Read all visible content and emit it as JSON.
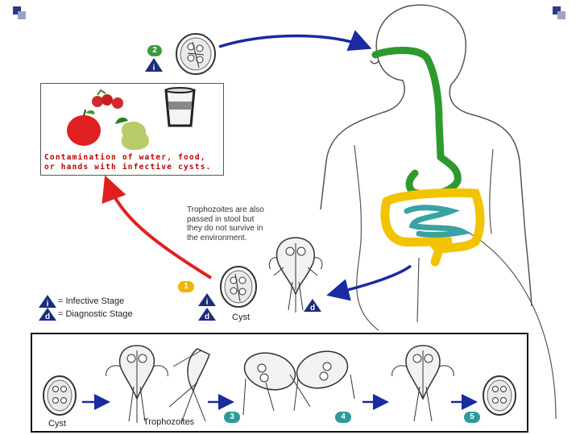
{
  "food_box": {
    "caption_line1": "Contamination of water, food,",
    "caption_line2": "or hands  with infective cysts."
  },
  "note": {
    "line1": "Trophozoites are also",
    "line2": "passed in stool but",
    "line3": "they do not survive in",
    "line4": "the environment."
  },
  "legend": {
    "infective_symbol": "i",
    "infective_label": "= Infective Stage",
    "diagnostic_symbol": "d",
    "diagnostic_label": "= Diagnostic Stage"
  },
  "steps": {
    "s1": "1",
    "s2": "2",
    "s3": "3",
    "s4": "4",
    "s5": "5"
  },
  "labels": {
    "cyst_top": "Cyst",
    "cyst_bottom": "Cyst",
    "trophozoites": "Trophozoites",
    "tri_i": "i",
    "tri_d": "d"
  },
  "colors": {
    "step_green": "#3e9a3e",
    "step_yellow": "#f0b400",
    "step_teal": "#2c9a9a",
    "triangle_navy": "#1c2c7c",
    "arrow_red": "#e02020",
    "arrow_blue": "#1a2aa0",
    "esophagus_green": "#2e9a2e",
    "colon_yellow": "#f2c400",
    "intestine_teal": "#3aa2a2"
  }
}
